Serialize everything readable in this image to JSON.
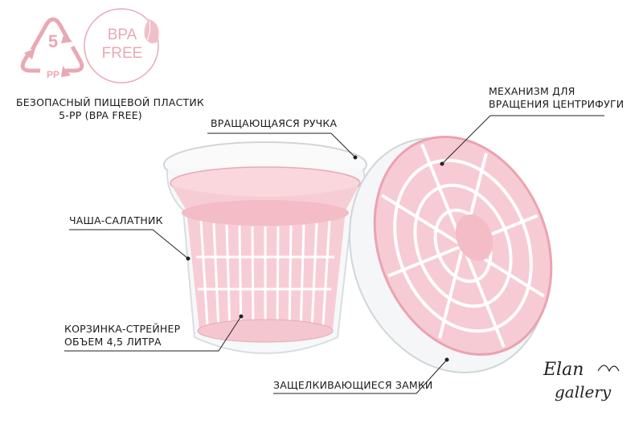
{
  "badges": {
    "recycle_number": "5",
    "recycle_material": "PP",
    "bpa_line1": "BPA",
    "bpa_line2": "FREE",
    "caption_line1": "БЕЗОПАСНЫЙ ПИЩЕВОЙ ПЛАСТИК",
    "caption_line2": "5-PP (BPA FREE)"
  },
  "callouts": {
    "handle": "ВРАЩАЮЩАЯСЯ РУЧКА",
    "mechanism_line1": "МЕХАНИЗМ ДЛЯ",
    "mechanism_line2": "ВРАЩЕНИЯ ЦЕНТРИФУГИ",
    "bowl": "ЧАША-САЛАТНИК",
    "basket_line1": "КОРЗИНКА-СТРЕЙНЕР",
    "basket_line2": "ОБЪЕМ 4,5 ЛИТРА",
    "locks": "ЗАЩЕЛКИВАЮЩИЕСЯ ЗАМКИ"
  },
  "brand": {
    "line1": "Elan",
    "line2": "gallery"
  },
  "colors": {
    "accent_pink": "#e9a9b4",
    "basket_pink": "#f4c6cf",
    "text": "#1a1a1a"
  }
}
